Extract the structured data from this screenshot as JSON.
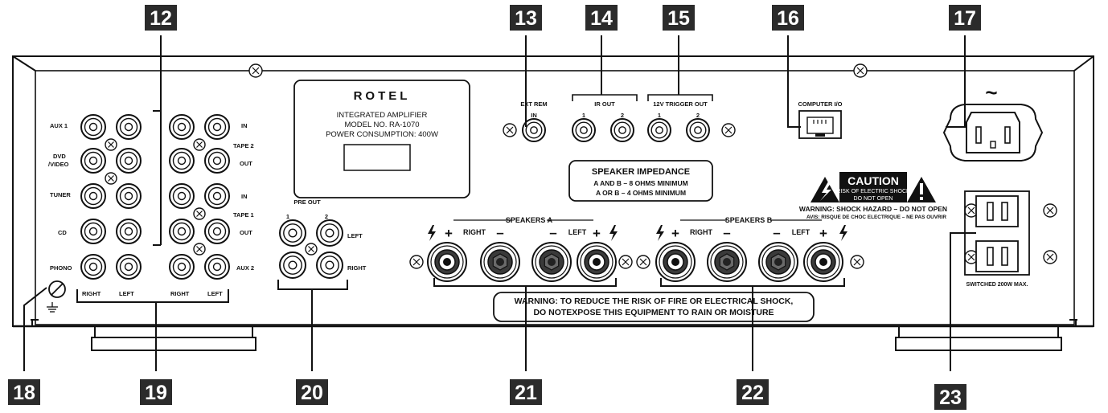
{
  "brand": "ROTEL",
  "model_plate": {
    "line1": "INTEGRATED AMPLIFIER",
    "line2": "MODEL NO. RA-1070",
    "line3": "POWER CONSUMPTION: 400W"
  },
  "callouts": [
    "12",
    "13",
    "14",
    "15",
    "16",
    "17",
    "18",
    "19",
    "20",
    "21",
    "22",
    "23"
  ],
  "inputs": {
    "rows": [
      "AUX 1",
      "DVD",
      "/VIDEO",
      "TUNER",
      "CD",
      "PHONO"
    ],
    "tape_right": [
      "IN",
      "TAPE 2",
      "OUT",
      "IN",
      "TAPE 1",
      "OUT",
      "AUX 2"
    ],
    "bottom": [
      "RIGHT",
      "LEFT",
      "RIGHT",
      "LEFT"
    ]
  },
  "pre_out": {
    "title": "PRE OUT",
    "ch1": "1",
    "ch2": "2",
    "left": "LEFT",
    "right": "RIGHT"
  },
  "ext_rem": {
    "title": "EXT REM",
    "in": "IN"
  },
  "ir_out": {
    "title": "IR OUT",
    "ch1": "1",
    "ch2": "2"
  },
  "trigger": {
    "title": "12V TRIGGER OUT",
    "ch1": "1",
    "ch2": "2"
  },
  "computer": {
    "title": "COMPUTER I/O"
  },
  "impedance": {
    "title": "SPEAKER IMPEDANCE",
    "line1": "A AND B – 8 OHMS MINIMUM",
    "line2": "A OR B – 4 OHMS MINIMUM"
  },
  "caution": {
    "title": "CAUTION",
    "line1": "RISK OF ELECTRIC SHOCK",
    "line2": "DO NOT OPEN",
    "warning": "WARNING: SHOCK HAZARD – DO NOT OPEN",
    "avis": "AVIS: RISQUE DE CHOC ELECTRIQUE – NE PAS OUVRIR"
  },
  "speakers_a": {
    "title": "SPEAKERS A",
    "right": "RIGHT",
    "left": "LEFT",
    "plus": "+",
    "minus": "–"
  },
  "speakers_b": {
    "title": "SPEAKERS B",
    "right": "RIGHT",
    "left": "LEFT",
    "plus": "+",
    "minus": "–"
  },
  "bottom_warning": {
    "line1": "WARNING: TO REDUCE THE RISK OF FIRE OR ELECTRICAL SHOCK,",
    "line2": "DO NOTEXPOSE THIS EQUIPMENT TO RAIN OR MOISTURE"
  },
  "ac": {
    "tilde": "~",
    "switched": "SWITCHED 200W MAX."
  },
  "icons": [
    "screw-icon",
    "ground-icon",
    "lightning-icon",
    "rca-jack-icon",
    "binding-post-icon",
    "iec-inlet-icon",
    "ac-outlet-icon",
    "rj11-port-icon",
    "warning-triangle-icon"
  ],
  "colors": {
    "line": "#111111",
    "badge": "#2b2b2b",
    "panel": "#ffffff"
  }
}
